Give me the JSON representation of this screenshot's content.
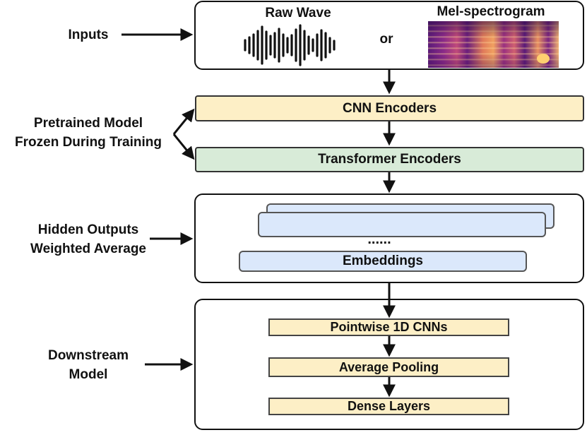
{
  "inputs_panel": {
    "raw_wave_label": "Raw Wave",
    "or_label": "or",
    "mel_label": "Mel-spectrogram"
  },
  "side_labels": {
    "inputs": "Inputs",
    "pretrained_line1": "Pretrained Model",
    "pretrained_line2": "Frozen During Training",
    "hidden_line1": "Hidden Outputs",
    "hidden_line2": "Weighted Average",
    "downstream_line1": "Downstream",
    "downstream_line2": "Model"
  },
  "encoders": {
    "cnn_label": "CNN Encoders",
    "transformer_label": "Transformer Encoders"
  },
  "hidden_panel": {
    "dots": "......",
    "embeddings_label": "Embeddings"
  },
  "downstream_panel": {
    "layers": [
      "Pointwise 1D CNNs",
      "Average Pooling",
      "Dense Layers"
    ]
  },
  "colors": {
    "cnn_fill": "#fdefc6",
    "transformer_fill": "#d8ebd8",
    "embedding_fill": "#dbe8fb",
    "stroke": "#111111"
  }
}
